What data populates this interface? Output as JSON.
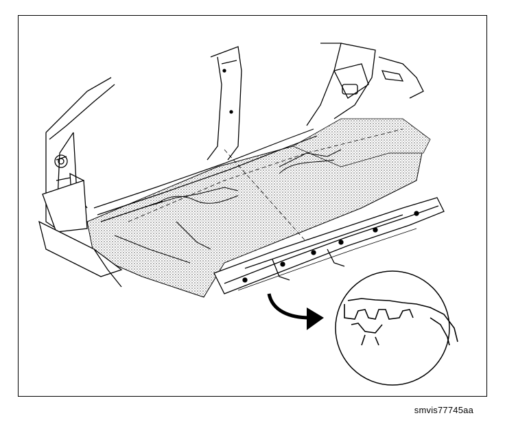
{
  "figure": {
    "caption": "smvis77745aa"
  },
  "colors": {
    "line": "#000000",
    "shade": "#b8b8b8",
    "paper": "#ffffff"
  },
  "icons": {
    "callout": "detail-magnifier",
    "pointer": "curved-arrow"
  }
}
